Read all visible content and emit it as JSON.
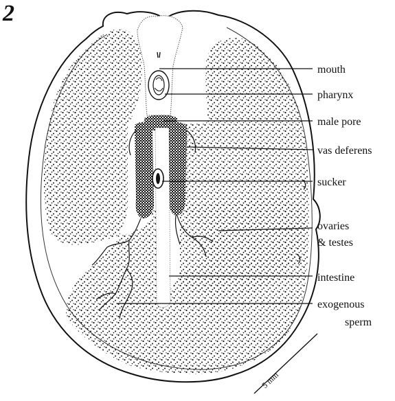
{
  "figure": {
    "panel_number": "2",
    "labels": {
      "mouth": "mouth",
      "pharynx": "pharynx",
      "male_pore": "male pore",
      "vas_deferens": "vas deferens",
      "sucker": "sucker",
      "ovaries_line1": "ovaries",
      "ovaries_line2": "& testes",
      "intestine": "intestine",
      "exogenous_line1": "exogenous",
      "exogenous_line2": "sperm"
    },
    "scale_bar": {
      "label": "5 mm",
      "length_value": 5,
      "unit": "mm"
    }
  }
}
